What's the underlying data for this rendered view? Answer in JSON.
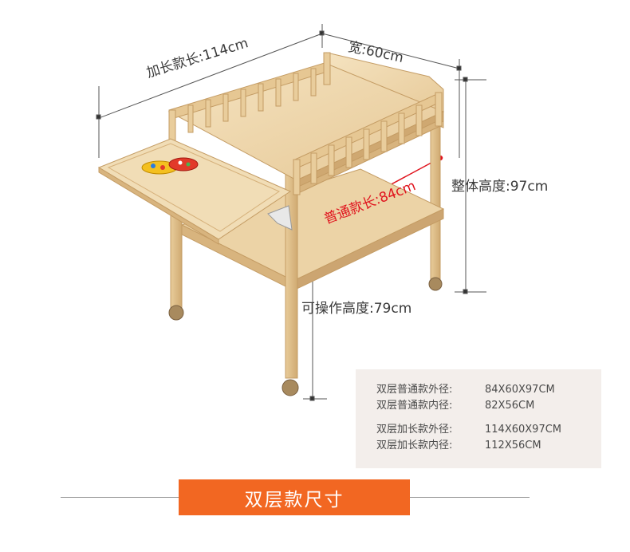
{
  "dimensions": {
    "extended_length": "加长款长:114cm",
    "width": "宽:60cm",
    "total_height": "整体高度:97cm",
    "operable_height": "可操作高度:79cm",
    "normal_length": "普通款长:84cm"
  },
  "specs": {
    "group1": [
      {
        "key": "双层普通款外径:",
        "value": "84X60X97CM"
      },
      {
        "key": "双层普通款内径:",
        "value": "82X56CM"
      }
    ],
    "group2": [
      {
        "key": "双层加长款外径:",
        "value": "114X60X97CM"
      },
      {
        "key": "双层加长款内径:",
        "value": "112X56CM"
      }
    ]
  },
  "title": "双层款尺寸",
  "colors": {
    "wood_light": "#f0dcb4",
    "wood_mid": "#e4c592",
    "wood_dark": "#c9a26a",
    "accent_red": "#e0141e",
    "title_orange": "#f26722",
    "spec_bg": "#f3eeeb"
  }
}
